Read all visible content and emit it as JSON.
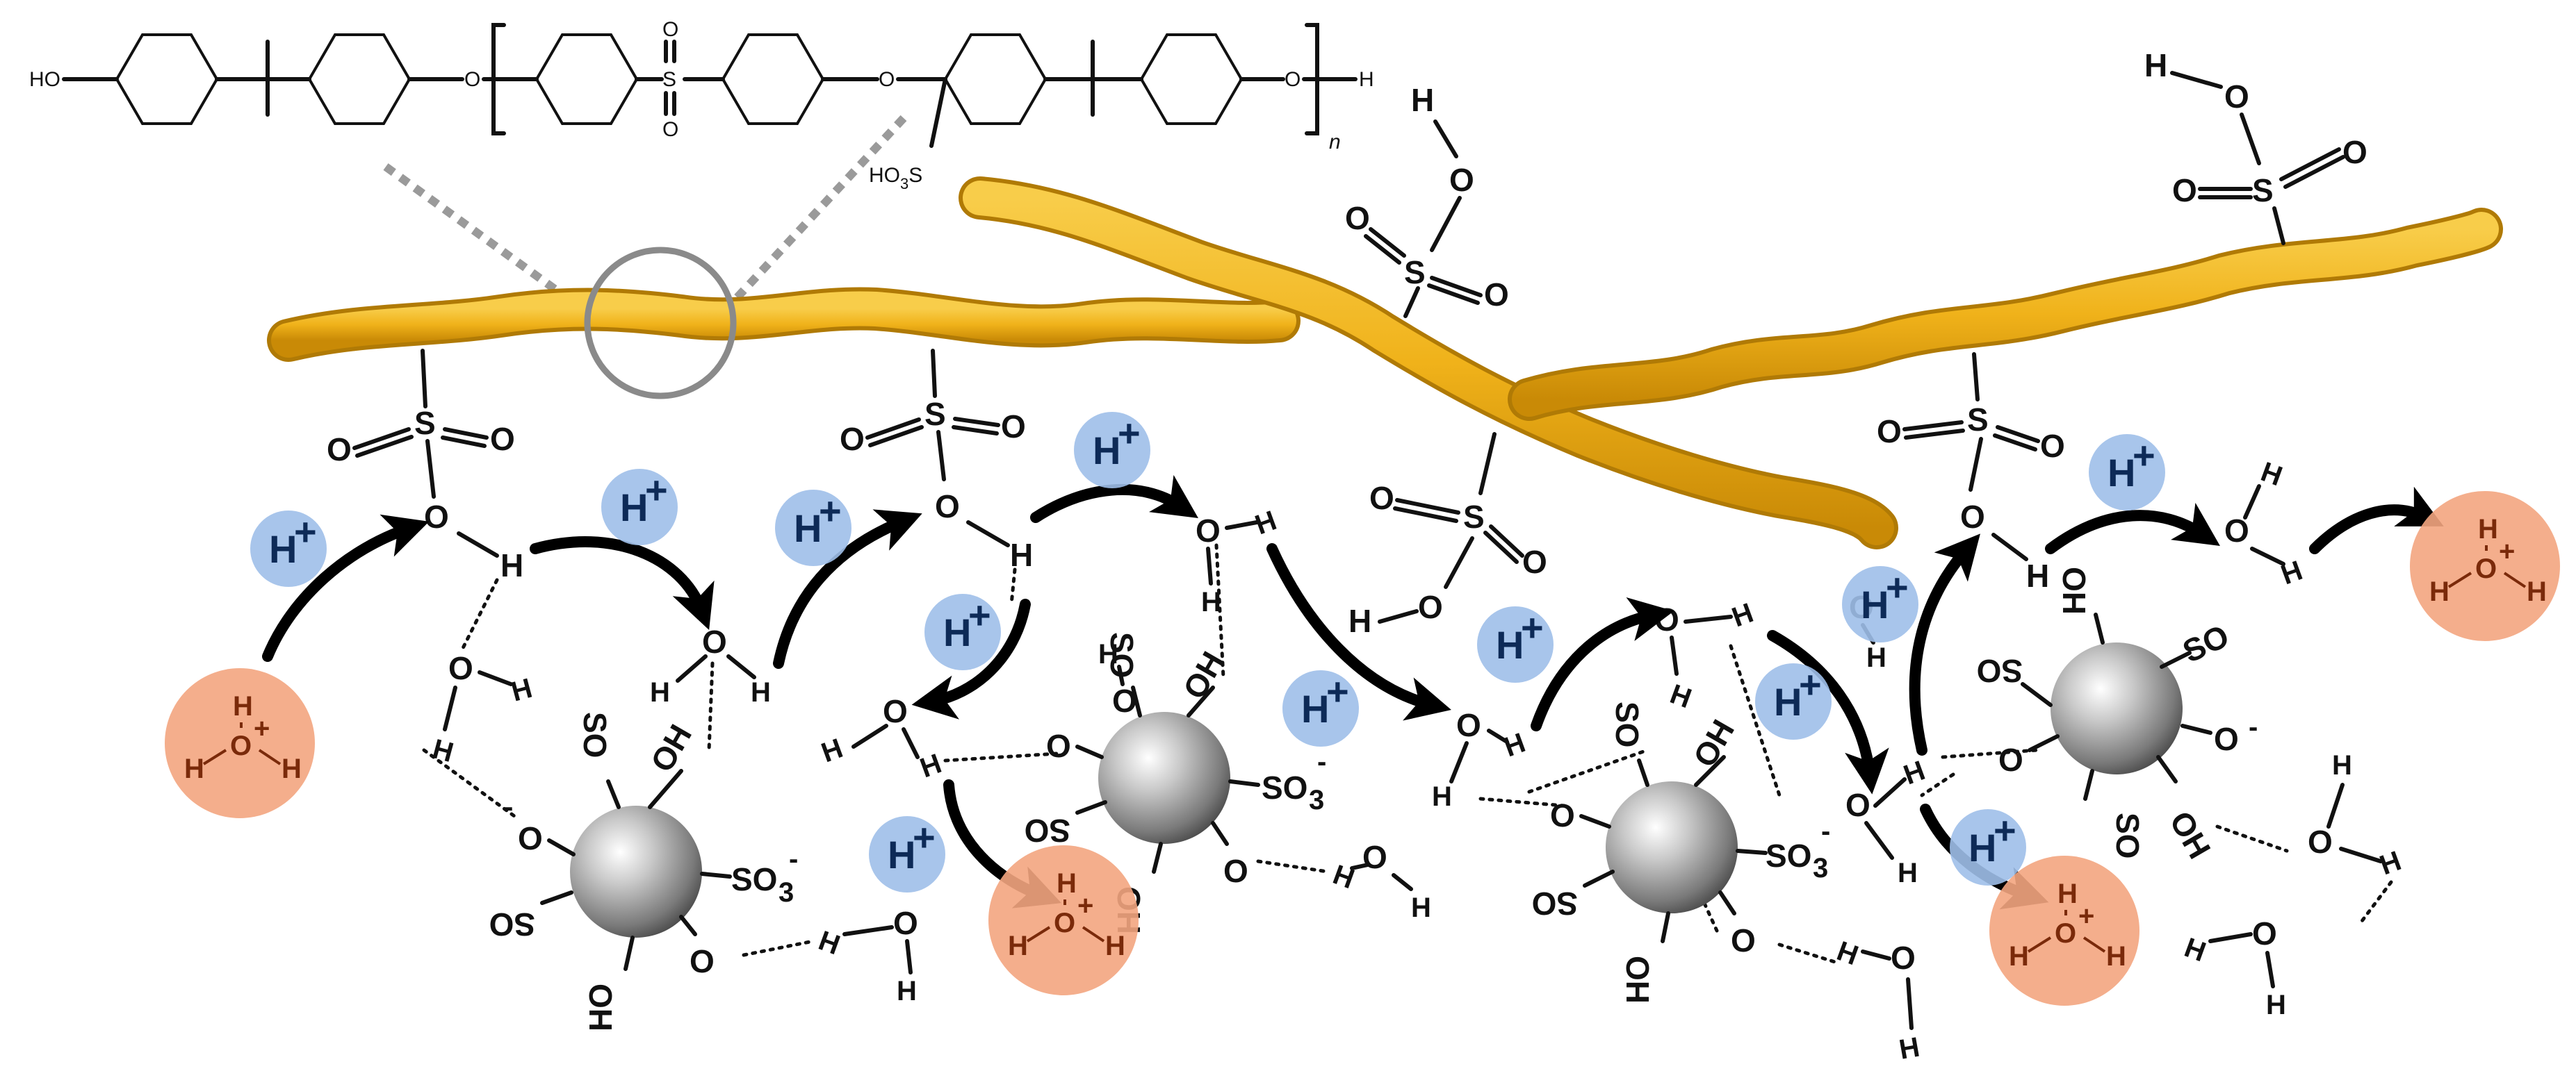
{
  "colors": {
    "polymer": "#f0b21a",
    "proton_bubble": "#9fbfe9",
    "hydronium_bubble": "#f3a580",
    "nanoparticle": "#8e8e8e",
    "text": "#111111"
  },
  "structure": {
    "left_end": "HO",
    "right_end": "H",
    "ether": "O",
    "sulfone_s": "S",
    "sulfone_o": "O",
    "sulfonic_group": "HO",
    "sulfonic_sub": "3",
    "sulfonic_s": "S",
    "repeat": "n"
  },
  "atoms": {
    "h": "H",
    "o": "O",
    "s": "S",
    "so3": "SO",
    "sub3": "3",
    "minus": "-",
    "oh": "OH",
    "ho": "HO",
    "plus": "+"
  },
  "bubbles": {
    "proton": "H",
    "proton_charge": "+",
    "hydronium_center": "O",
    "hydronium_charge": "+"
  },
  "icons": {
    "polymer": "polymer-chain-icon",
    "nanoparticle": "nanoparticle-sphere-icon",
    "arrow": "proton-hop-arrow-icon"
  }
}
